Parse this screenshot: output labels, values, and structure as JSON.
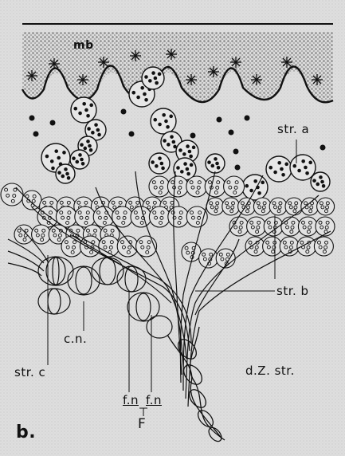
{
  "figure": {
    "panel_label": "b.",
    "labels": {
      "mb": "mb",
      "str_a": "str. a",
      "str_b": "str. b",
      "str_c": "str. c",
      "cn": "c.n.",
      "dz_str": "d.Z. str.",
      "fn_left": "f.n",
      "fn_right": "f.n",
      "F": "F"
    }
  },
  "colors": {
    "ink": "#111111",
    "background": "#dedede",
    "stipple": "#7a7a7a"
  }
}
